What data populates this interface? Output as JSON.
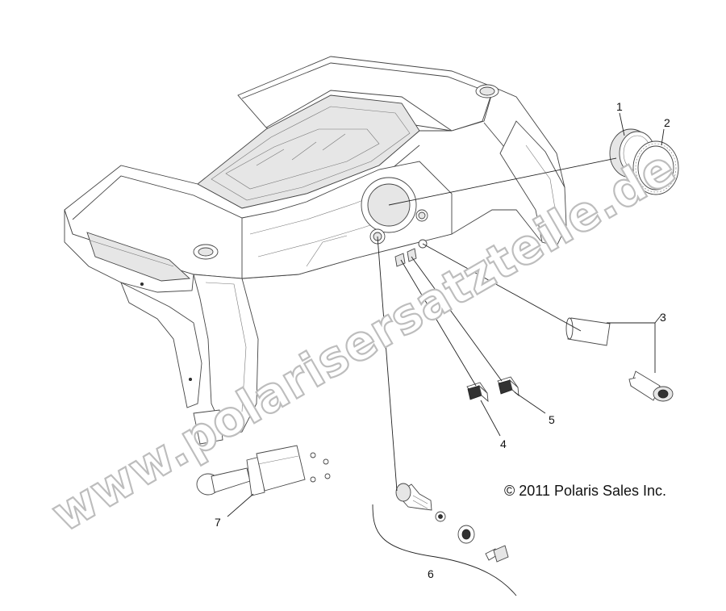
{
  "watermark": "www.polarisersatzteile.de",
  "copyright": "© 2011 Polaris Sales Inc.",
  "callouts": [
    {
      "id": "1",
      "part": "gauge"
    },
    {
      "id": "2",
      "part": "gauge-bezel"
    },
    {
      "id": "3",
      "part": "power-outlet"
    },
    {
      "id": "4",
      "part": "switch"
    },
    {
      "id": "5",
      "part": "switch"
    },
    {
      "id": "6",
      "part": "ignition-switch-kit"
    },
    {
      "id": "7",
      "part": "light-switch"
    }
  ]
}
